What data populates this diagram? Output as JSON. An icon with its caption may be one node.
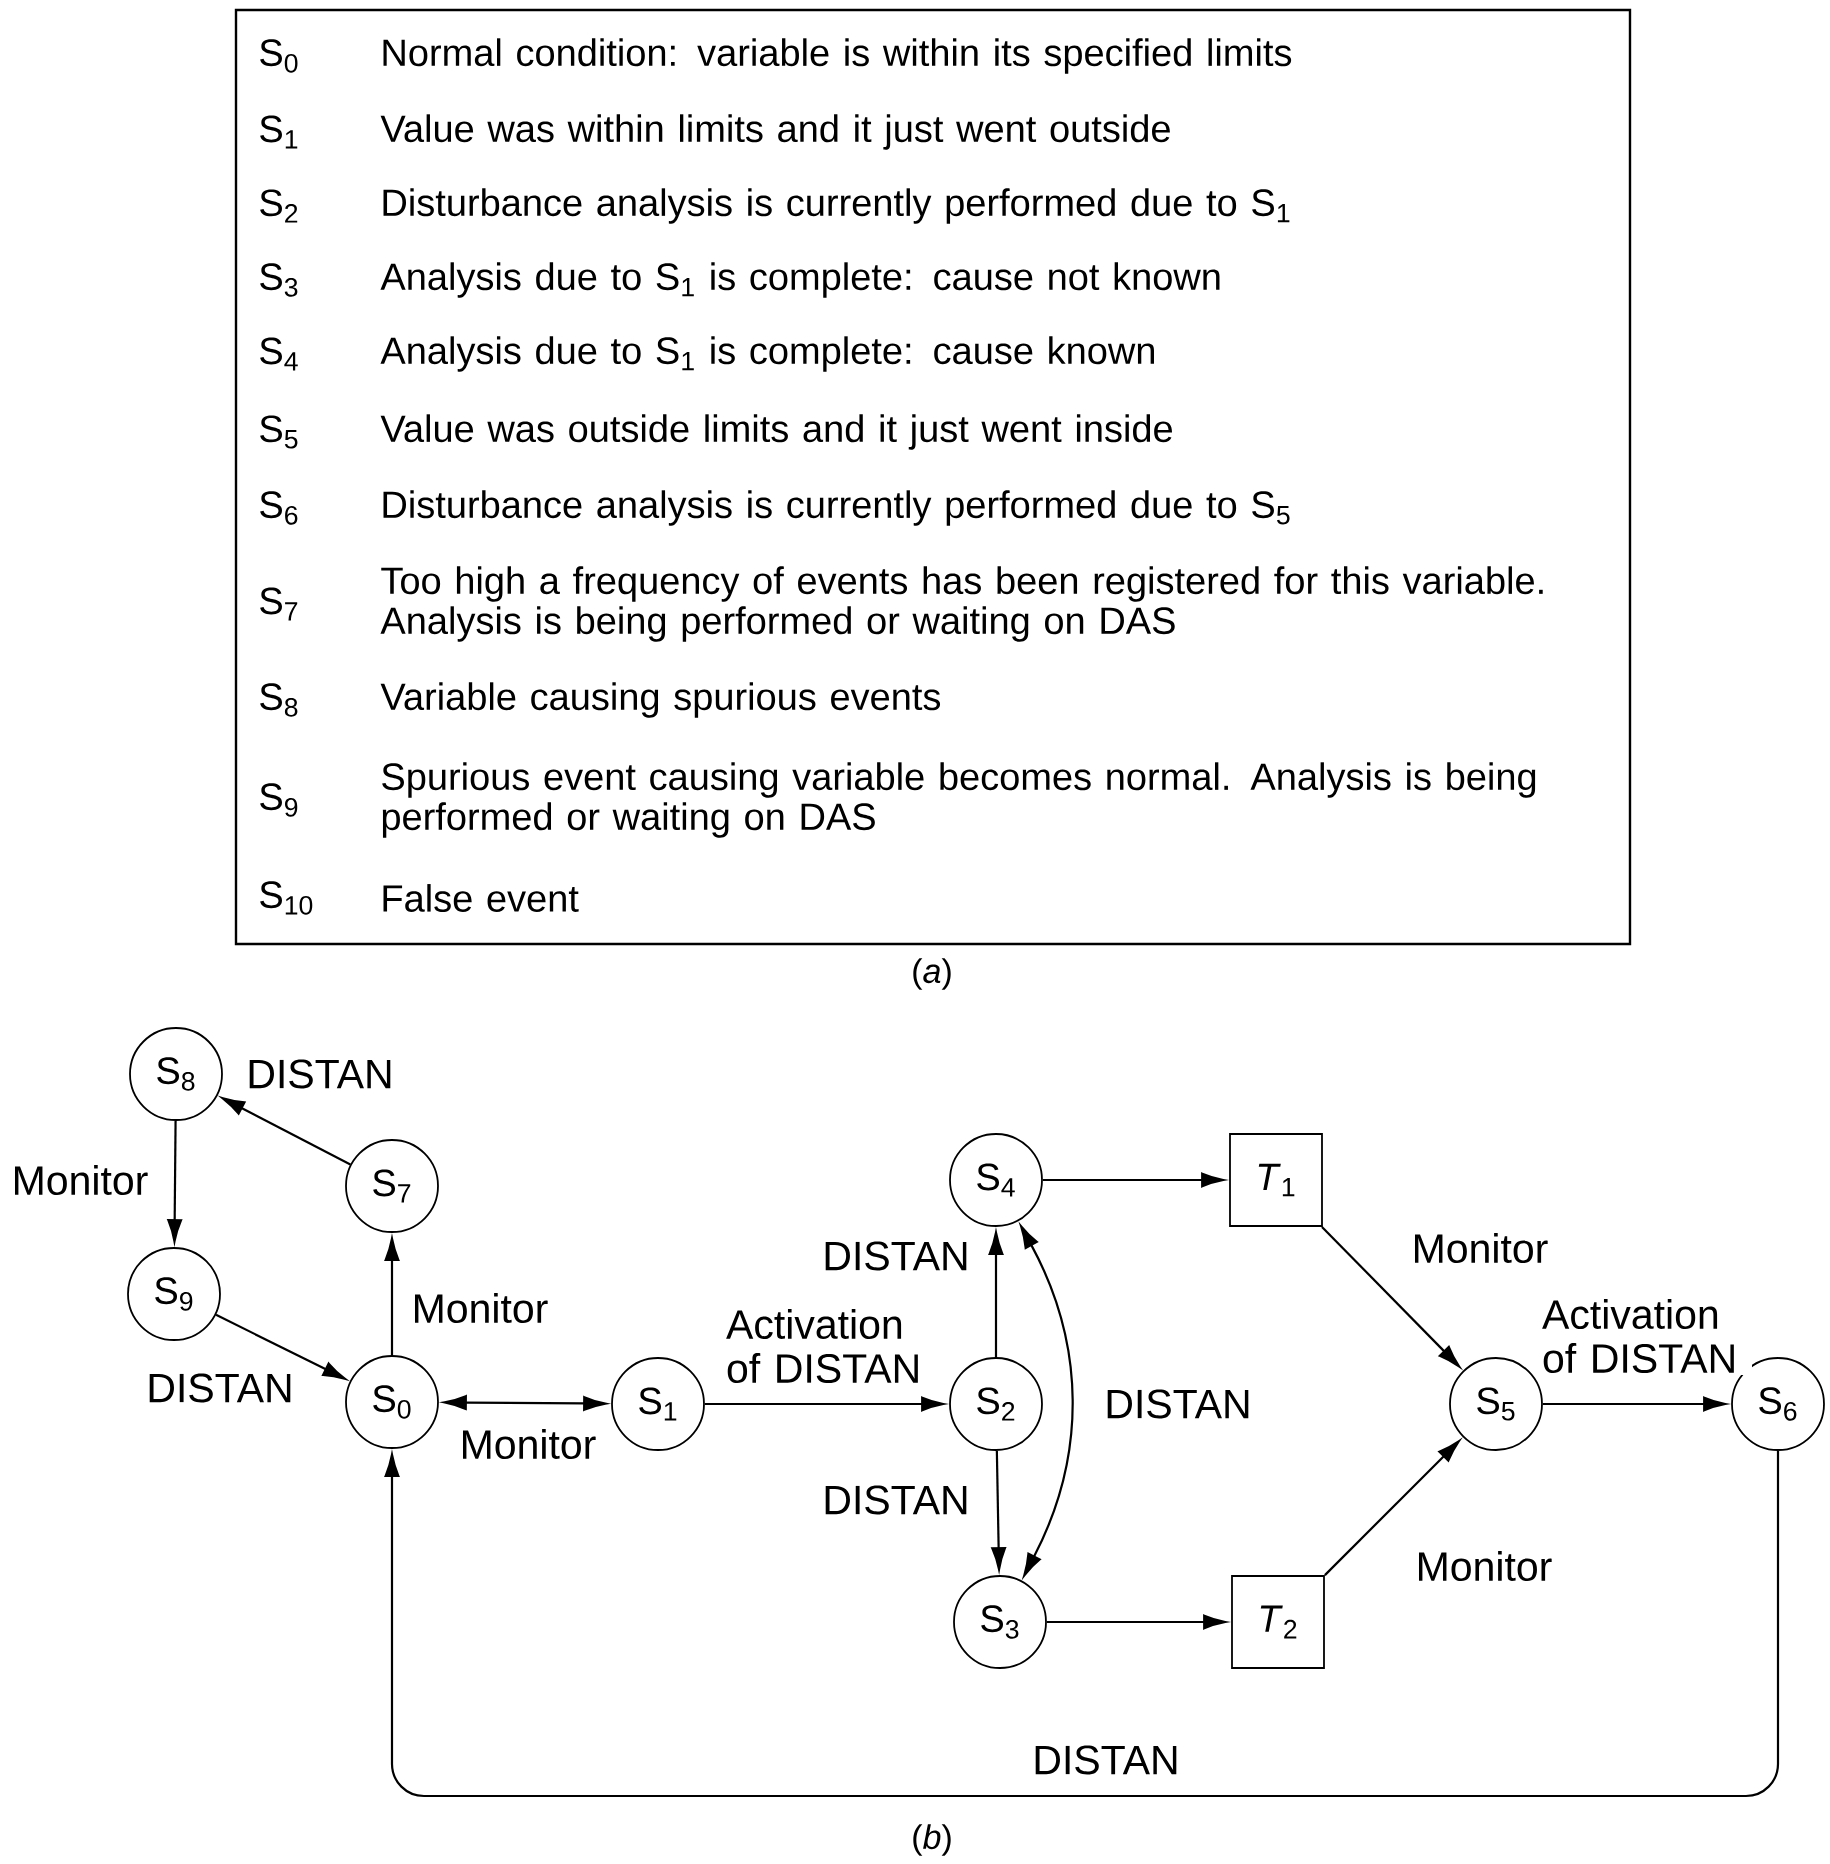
{
  "diagram": {
    "nodes": [
      {
        "text": [
          "S$_{0}$"
        ]
      },
      {
        "text": [
          "S$_{1}$"
        ]
      },
      {
        "text": [
          "S$_{2}$"
        ]
      },
      {
        "text": [
          "S$_{3}$"
        ]
      },
      {
        "text": [
          "S$_{4}$"
        ]
      },
      {
        "text": [
          "S$_{5}$"
        ]
      },
      {
        "text": [
          "S$_{6}$"
        ]
      },
      {
        "text": [
          "S$_{7}$"
        ]
      },
      {
        "text": [
          "S$_{8}$"
        ]
      },
      {
        "text": [
          "S$_{9}$"
        ]
      },
      {
        "text": [
          "*T*$_{1}$"
        ]
      },
      {
        "text": [
          "*T*$_{2}$"
        ]
      }
    ],
    "edges": [
      {
        "from": 7,
        "to": 8,
        "arrow": "to",
        "label": "DISTAN"
      },
      {
        "from": 8,
        "to": 9,
        "arrow": "to",
        "label": "Monitor"
      },
      {
        "from": 0,
        "to": 7,
        "arrow": "to",
        "label": "Monitor"
      },
      {
        "from": 9,
        "to": 0,
        "arrow": "to",
        "label": "DISTAN"
      },
      {
        "from": 0,
        "to": 1,
        "arrow": "both",
        "label": "Monitor"
      },
      {
        "from": 1,
        "to": 2,
        "arrow": "to",
        "label": "Activation of DISTAN"
      },
      {
        "from": 2,
        "to": 4,
        "arrow": "to",
        "label": "DISTAN"
      },
      {
        "from": 2,
        "to": 3,
        "arrow": "to",
        "label": "DISTAN"
      },
      {
        "from": 4,
        "to": 3,
        "arrow": "both",
        "label": "DISTAN"
      },
      {
        "from": 4,
        "to": 10,
        "arrow": "to"
      },
      {
        "from": 3,
        "to": 11,
        "arrow": "to"
      },
      {
        "from": 10,
        "to": 5,
        "arrow": "to",
        "label": "Monitor"
      },
      {
        "from": 11,
        "to": 5,
        "arrow": "to",
        "label": "Monitor"
      },
      {
        "from": 5,
        "to": 6,
        "arrow": "to",
        "label": "Activation of DISTAN"
      },
      {
        "from": 6,
        "to": 0,
        "arrow": "to",
        "label": "DISTAN"
      }
    ],
    "labels": [
      "S$_{0}$",
      "Normal condition: variable is within its specified limits",
      "S$_{1}$",
      "Value was within limits and it just went outside",
      "S$_{2}$",
      "Disturbance analysis is currently performed due to S$_{1}$",
      "S$_{3}$",
      "Analysis due to S$_{1}$ is complete: cause not known",
      "S$_{4}$",
      "Analysis due to S$_{1}$ is complete: cause known",
      "S$_{5}$",
      "Value was outside limits and it just went inside",
      "S$_{6}$",
      "Disturbance analysis is currently performed due to S$_{5}$",
      "S$_{7}$",
      "Too high a frequency of events has been registered for this variable. Analysis is being performed or waiting on DAS",
      "S$_{8}$",
      "Variable causing spurious events",
      "S$_{9}$",
      "Spurious event causing variable becomes normal. Analysis is being performed or waiting on DAS",
      "S$_{10}$",
      "False event",
      "(*a*)",
      "(*b*)"
    ]
  }
}
